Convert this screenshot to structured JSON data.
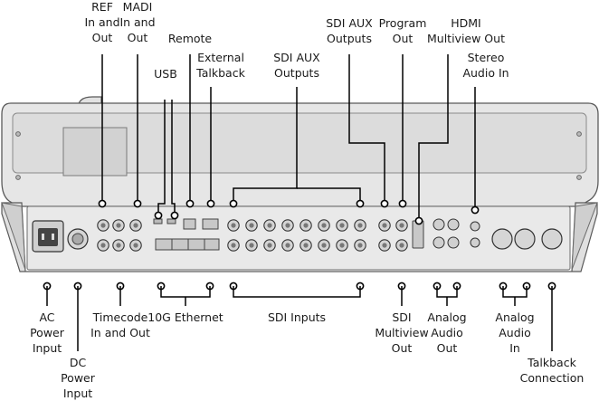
{
  "labels": {
    "ref": [
      "REF",
      "In and",
      "Out"
    ],
    "madi": [
      "MADI",
      "In and",
      "Out"
    ],
    "remote": [
      "Remote"
    ],
    "usb": [
      "USB"
    ],
    "external_talkback": [
      "External",
      "Talkback"
    ],
    "sdi_aux_outputs_mid": [
      "SDI AUX",
      "Outputs"
    ],
    "sdi_aux_outputs_top": [
      "SDI AUX",
      "Outputs"
    ],
    "program_out": [
      "Program",
      "Out"
    ],
    "hdmi_multiview_out": [
      "HDMI",
      "Multiview Out"
    ],
    "stereo_audio_in": [
      "Stereo",
      "Audio In"
    ],
    "ac_power_input": [
      "AC",
      "Power",
      "Input"
    ],
    "dc_power_input": [
      "DC",
      "Power",
      "Input"
    ],
    "timecode": [
      "Timecode",
      "In and Out"
    ],
    "ethernet_10g": [
      "10G Ethernet"
    ],
    "sdi_inputs": [
      "SDI Inputs"
    ],
    "sdi_multiview_out": [
      "SDI",
      "Multiview",
      "Out"
    ],
    "analog_audio_out": [
      "Analog",
      "Audio",
      "Out"
    ],
    "analog_audio_in": [
      "Analog",
      "Audio",
      "In"
    ],
    "talkback_connection": [
      "Talkback",
      "Connection"
    ]
  },
  "colors": {
    "line": "#000000",
    "panel_fill": "#e4e4e4",
    "panel_stroke": "#4a4a4a",
    "connector_fill": "#d0d0d0",
    "connector_stroke": "#3c3c3c"
  }
}
